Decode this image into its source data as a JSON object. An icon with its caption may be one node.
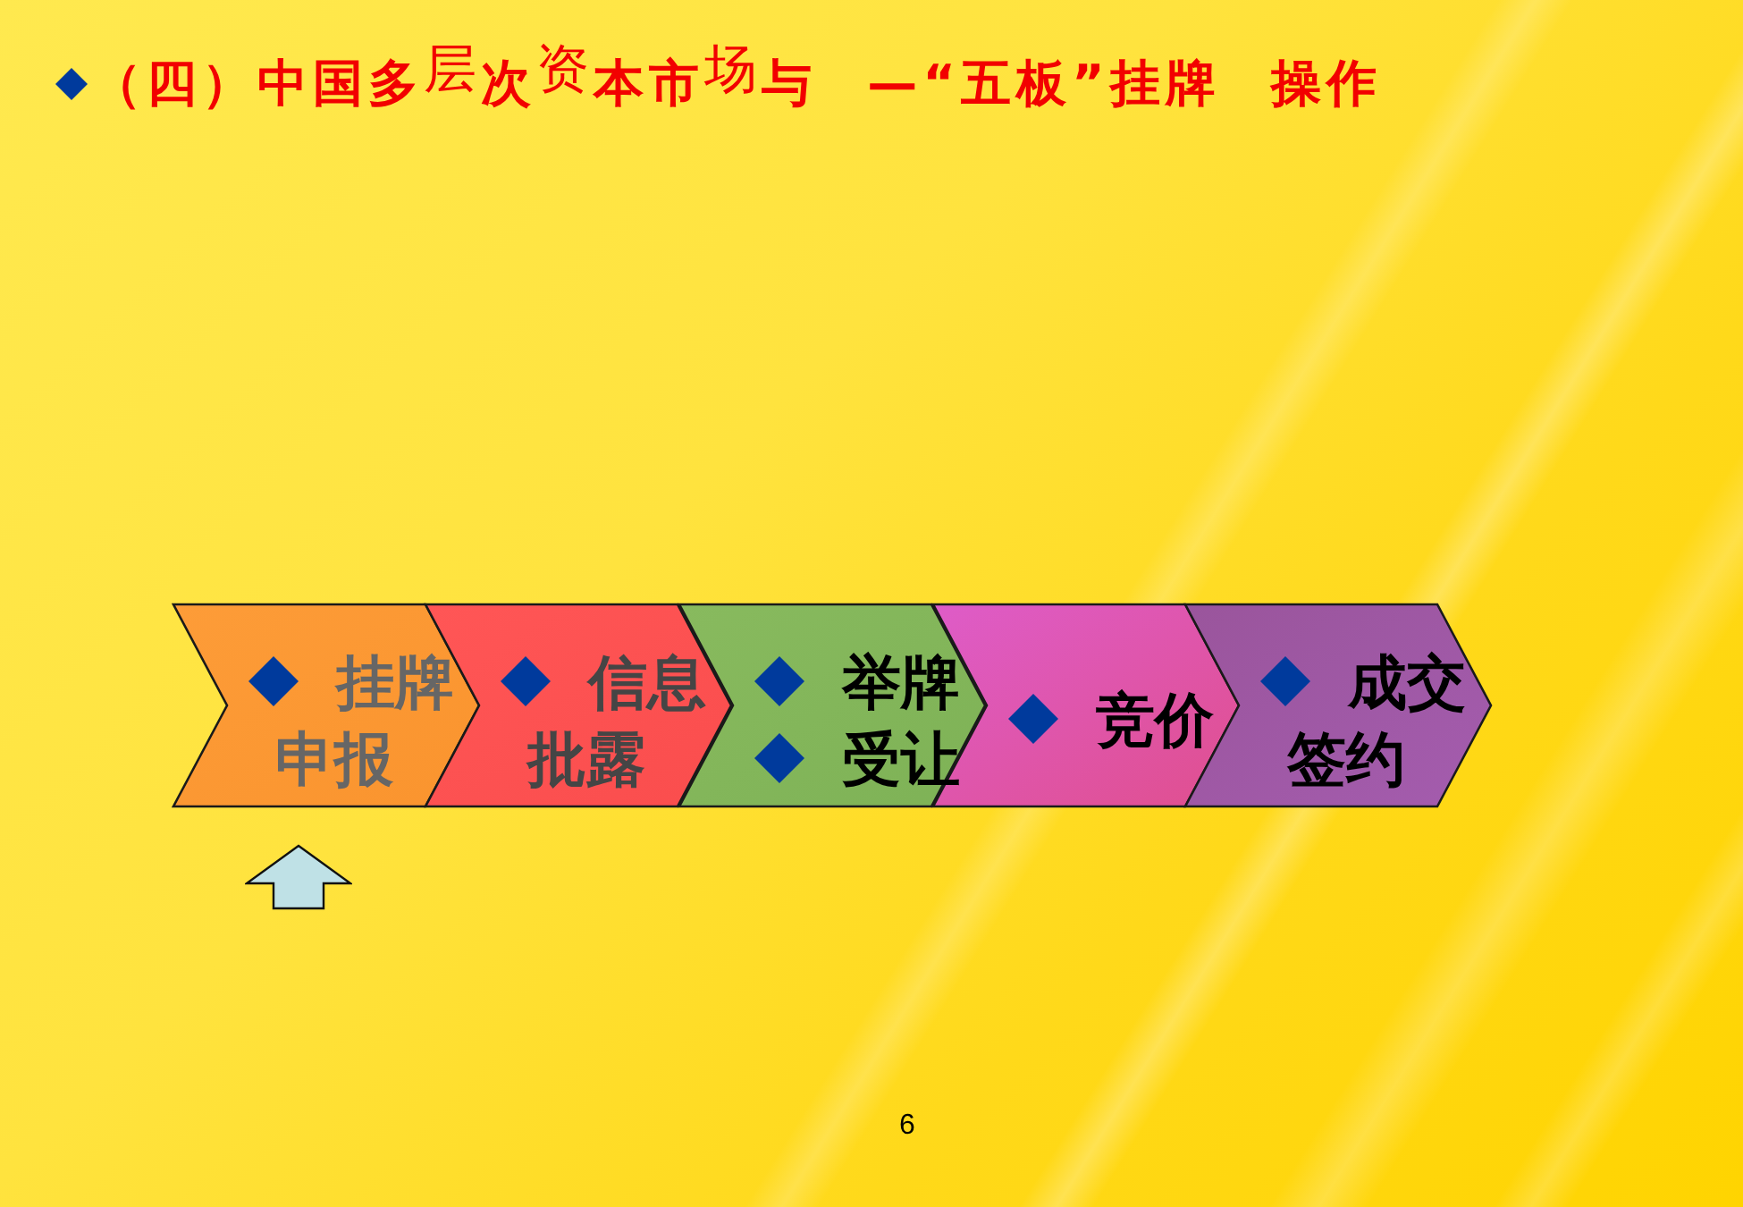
{
  "diagram": {
    "title": "（四）中国多$^{层}$次$^{资}$本市$^{场}$与 —“五板”挂牌 操作",
    "nodes": [
      {
        "text": [
          "挂牌申报"
        ]
      },
      {
        "text": [
          "信息批露"
        ]
      },
      {
        "text": [
          "举牌",
          "受让"
        ]
      },
      {
        "text": [
          "竞价"
        ]
      },
      {
        "text": [
          "成交签约"
        ]
      }
    ],
    "labels": [
      "6"
    ]
  }
}
